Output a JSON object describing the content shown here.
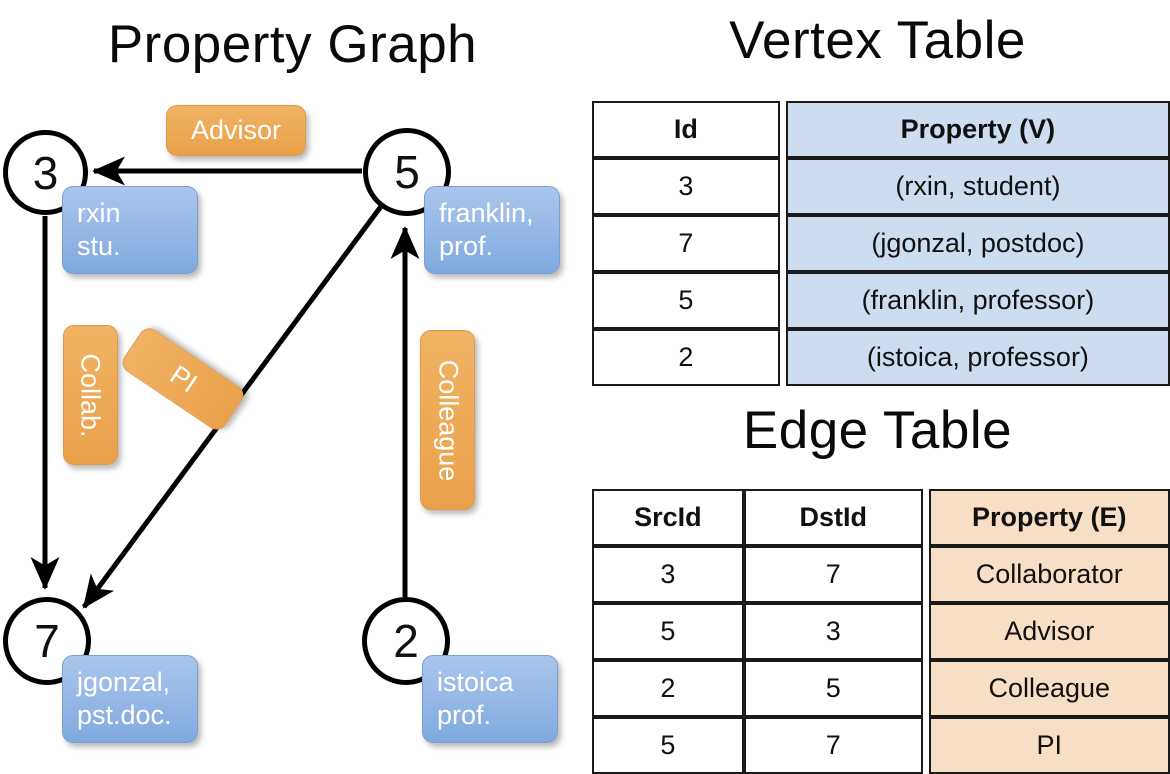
{
  "titles": {
    "property_graph": "Property Graph",
    "vertex_table": "Vertex Table",
    "edge_table": "Edge Table"
  },
  "graph": {
    "nodes": [
      {
        "id": "3",
        "property_lines": [
          "rxin",
          "stu."
        ]
      },
      {
        "id": "5",
        "property_lines": [
          "franklin,",
          "prof."
        ]
      },
      {
        "id": "7",
        "property_lines": [
          "jgonzal,",
          "pst.doc."
        ]
      },
      {
        "id": "2",
        "property_lines": [
          "istoica",
          "prof."
        ]
      }
    ],
    "edge_labels": [
      {
        "name": "advisor",
        "text": "Advisor",
        "orientation": "horizontal"
      },
      {
        "name": "collab",
        "text": "Collab.",
        "orientation": "vertical"
      },
      {
        "name": "pi",
        "text": "PI",
        "orientation": "tilted"
      },
      {
        "name": "colleague",
        "text": "Colleague",
        "orientation": "vertical"
      }
    ],
    "edges": [
      {
        "src": "5",
        "dst": "3",
        "label": "Advisor"
      },
      {
        "src": "3",
        "dst": "7",
        "label": "Collab."
      },
      {
        "src": "5",
        "dst": "7",
        "label": "PI"
      },
      {
        "src": "2",
        "dst": "5",
        "label": "Colleague"
      }
    ]
  },
  "vertex_table": {
    "columns": [
      "Id",
      "Property (V)"
    ],
    "rows": [
      {
        "id": "3",
        "property": "(rxin, student)"
      },
      {
        "id": "7",
        "property": "(jgonzal, postdoc)"
      },
      {
        "id": "5",
        "property": "(franklin, professor)"
      },
      {
        "id": "2",
        "property": "(istoica, professor)"
      }
    ]
  },
  "edge_table": {
    "columns": [
      "SrcId",
      "DstId",
      "Property (E)"
    ],
    "rows": [
      {
        "src": "3",
        "dst": "7",
        "property": "Collaborator"
      },
      {
        "src": "5",
        "dst": "3",
        "property": "Advisor"
      },
      {
        "src": "2",
        "dst": "5",
        "property": "Colleague"
      },
      {
        "src": "5",
        "dst": "7",
        "property": "PI"
      }
    ]
  },
  "colors": {
    "vertex_property_fill": "#cedcef",
    "edge_property_fill": "#f7dfc6",
    "node_box_blue": "#8fb4e3",
    "edge_label_orange": "#eeab58",
    "stroke": "#000000"
  }
}
